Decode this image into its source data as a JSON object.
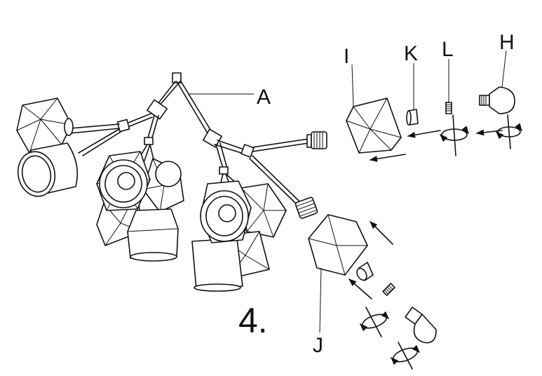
{
  "step_number": "4.",
  "labels": {
    "A": "A",
    "H": "H",
    "I": "I",
    "J": "J",
    "K": "K",
    "L": "L"
  }
}
